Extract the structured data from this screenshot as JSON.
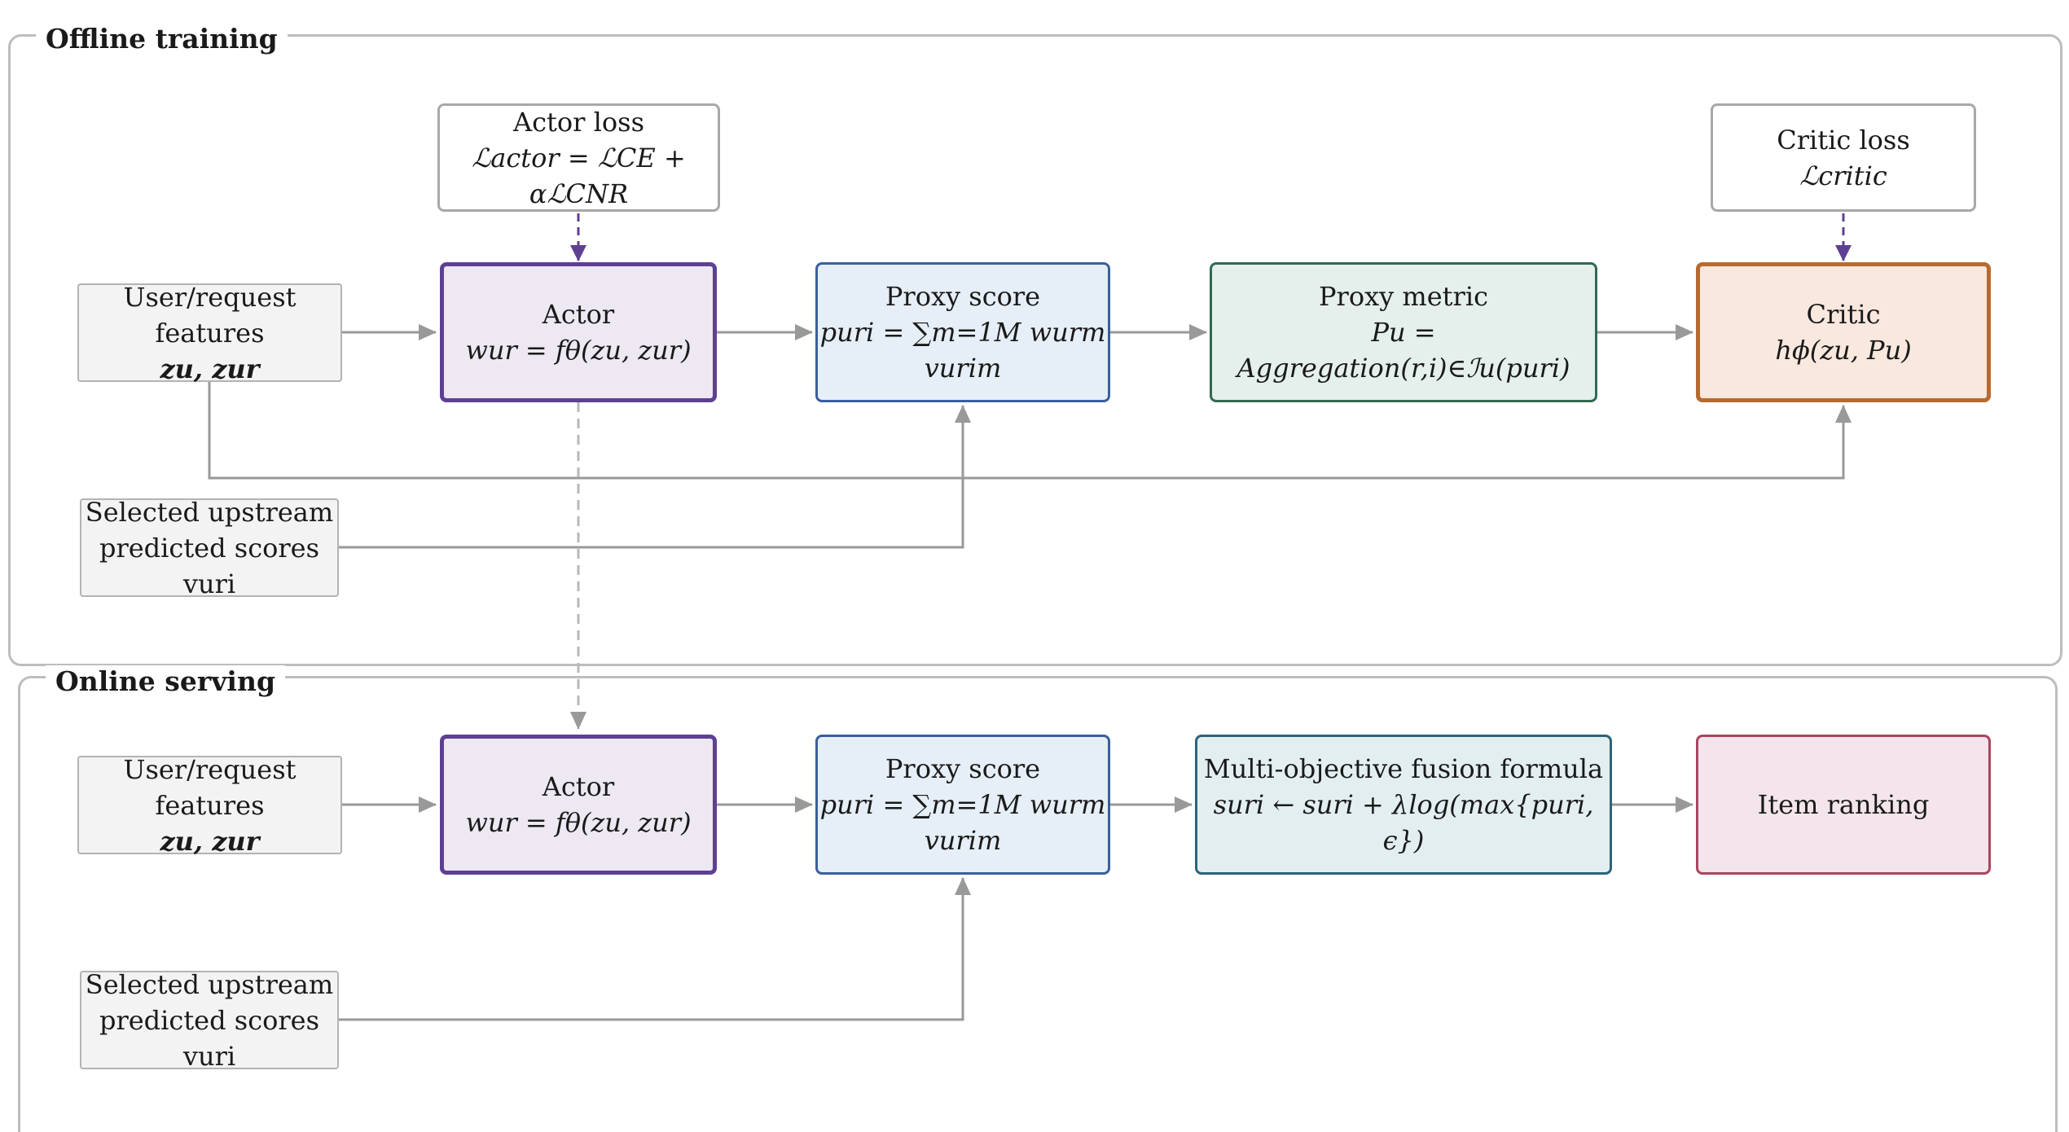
{
  "colors": {
    "connector": "#999999",
    "actor_accent": "#5e4092",
    "critic_accent": "#b76a2f"
  },
  "offline": {
    "title": "Offline training",
    "actor_loss": {
      "label": "Actor loss",
      "formula": "ℒactor = ℒCE + αℒCNR"
    },
    "critic_loss": {
      "label": "Critic loss",
      "formula": "ℒcritic"
    },
    "user_features": {
      "label": "User/request features",
      "formula": "zu, zur"
    },
    "actor": {
      "label": "Actor",
      "formula": "wur = fθ(zu, zur)"
    },
    "proxy_score": {
      "label": "Proxy score",
      "formula": "puri = ∑m=1M wurm vurim"
    },
    "proxy_metric": {
      "label": "Proxy metric",
      "formula": "Pu = Aggregation(r,i)∈ℐu(puri)"
    },
    "critic": {
      "label": "Critic",
      "formula": "hϕ(zu, Pu)"
    },
    "upstream": {
      "line1": "Selected upstream",
      "line2": "predicted scores vuri"
    }
  },
  "online": {
    "title": "Online serving",
    "user_features": {
      "label": "User/request features",
      "formula": "zu, zur"
    },
    "actor": {
      "label": "Actor",
      "formula": "wur = fθ(zu, zur)"
    },
    "proxy_score": {
      "label": "Proxy score",
      "formula": "puri = ∑m=1M wurm vurim"
    },
    "fusion": {
      "label": "Multi-objective fusion formula",
      "formula": "suri ← suri + λlog(max{puri, ϵ})"
    },
    "ranking": {
      "label": "Item ranking"
    },
    "upstream": {
      "line1": "Selected upstream",
      "line2": "predicted scores vuri"
    }
  }
}
